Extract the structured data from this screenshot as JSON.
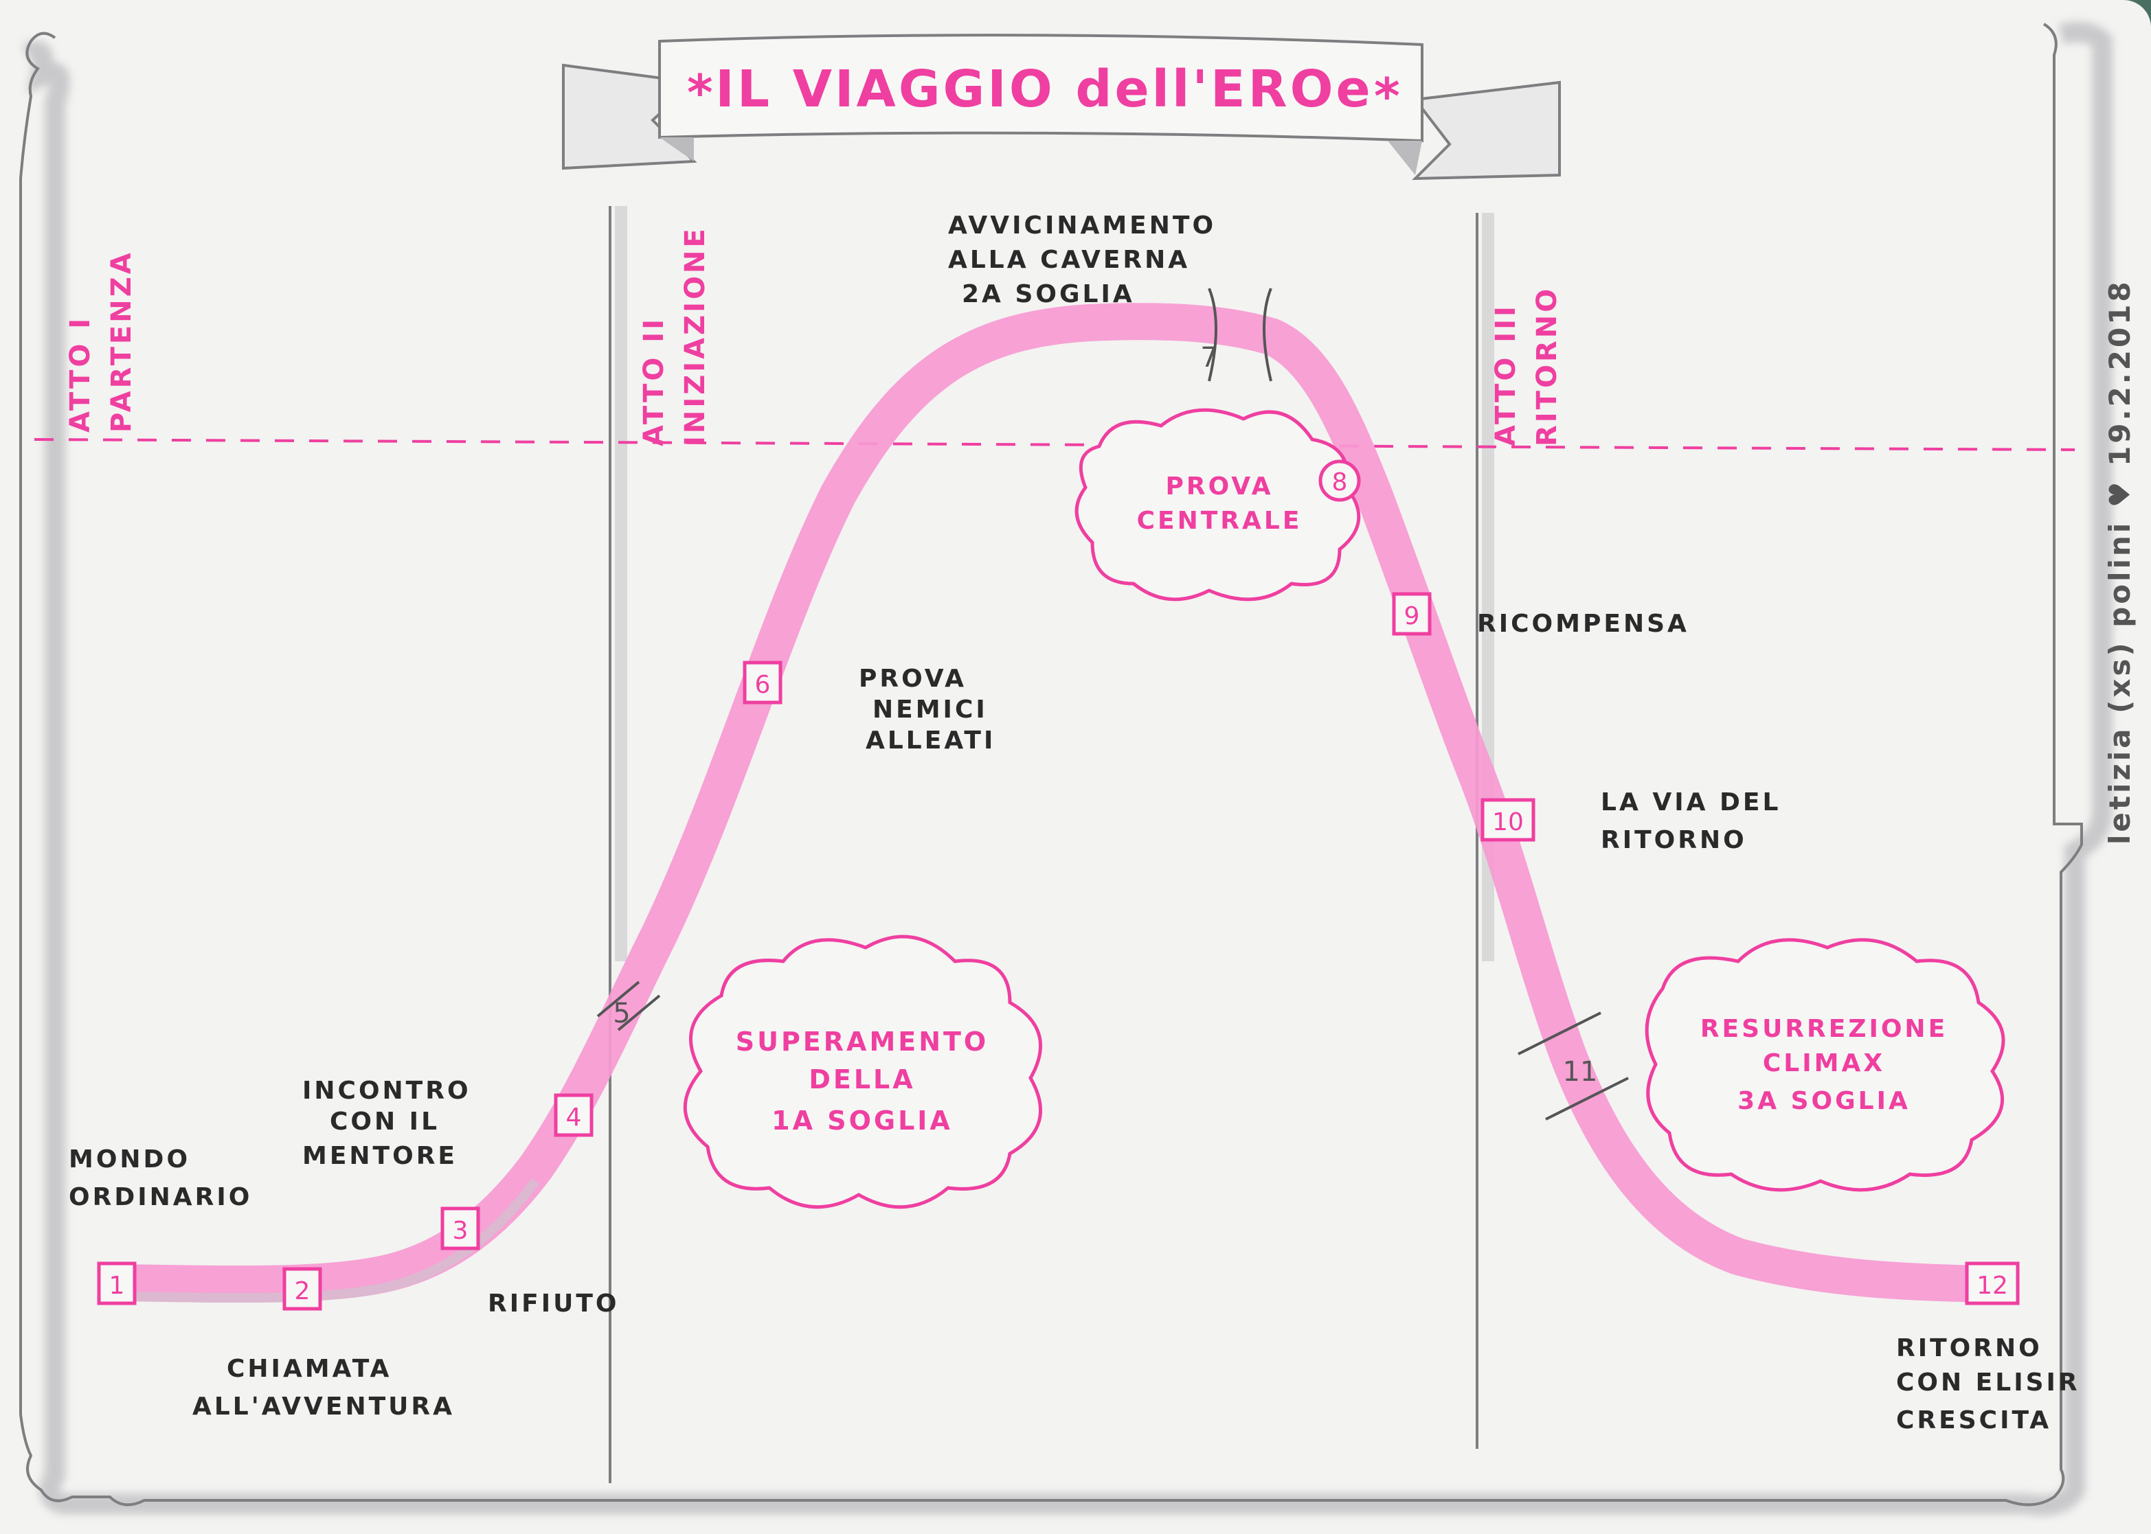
{
  "title": "IL VIAGGIO dell'EROe",
  "signature": "letizia (xs) polini ♥ 19.2.2018",
  "acts": [
    {
      "label": "ATTO I",
      "name": "PARTENZA"
    },
    {
      "label": "ATTO II",
      "name": "INIZIAZIONE"
    },
    {
      "label": "ATTO III",
      "name": "RITORNO"
    }
  ],
  "stages": [
    {
      "num": "1",
      "lines": [
        "MONDO",
        "ORDINARIO"
      ]
    },
    {
      "num": "2",
      "lines": [
        "CHIAMATA",
        "ALL'AVVENTURA"
      ]
    },
    {
      "num": "3",
      "lines": [
        "RIFIUTO"
      ]
    },
    {
      "num": "4",
      "lines": [
        "INCONTRO",
        "CON IL",
        "MENTORE"
      ]
    },
    {
      "num": "5",
      "lines": []
    },
    {
      "num": "6",
      "lines": [
        "PROVA",
        "NEMICI",
        "ALLEATI"
      ]
    },
    {
      "num": "7",
      "lines": [
        "AVVICINAMENTO",
        "ALLA CAVERNA",
        "2A SOGLIA"
      ]
    },
    {
      "num": "8",
      "lines": []
    },
    {
      "num": "9",
      "lines": [
        "RICOMPENSA"
      ]
    },
    {
      "num": "10",
      "lines": [
        "LA VIA DEL",
        "RITORNO"
      ]
    },
    {
      "num": "11",
      "lines": []
    },
    {
      "num": "12",
      "lines": [
        "RITORNO",
        "CON ELISIR",
        "CRESCITA"
      ]
    }
  ],
  "clouds": [
    {
      "lines": [
        "SUPERAMENTO",
        "DELLA",
        "1A SOGLIA"
      ]
    },
    {
      "lines": [
        "PROVA",
        "CENTRALE"
      ]
    },
    {
      "lines": [
        "RESURREZIONE",
        "CLIMAX",
        "3A SOGLIA"
      ]
    }
  ],
  "colors": {
    "accent": "#ef3fa0",
    "path": "#f79ad3",
    "ink": "#2a2a2a",
    "frame": "#8a8a8a"
  }
}
